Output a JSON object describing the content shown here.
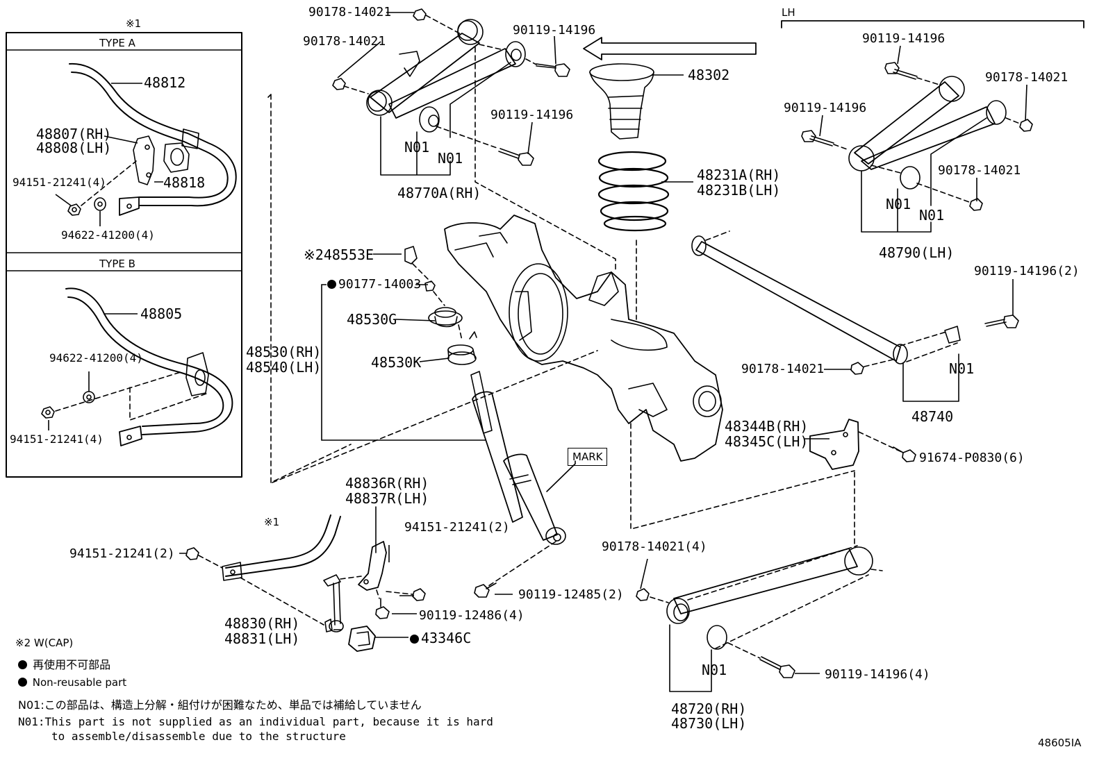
{
  "diagram_code": "48605IA",
  "direction_tag": "LH",
  "notes": {
    "symbol1": "※1",
    "symbol2_prefix": "※2",
    "w_cap": "W(CAP)",
    "mark": "MARK",
    "type_a": "TYPE A",
    "type_b": "TYPE B"
  },
  "legend": {
    "non_reusable_jp": "再使用不可部品",
    "non_reusable_en": "Non-reusable part",
    "n01_jp": "N01:この部品は、構造上分解・組付けが困難なため、単品では補給していません",
    "n01_en_line1": "N01:This part is not supplied as an individual part, because it is hard",
    "n01_en_line2": "to assemble/disassemble due to the structure"
  },
  "labels": {
    "upper_arm_nut_a": "90178-14021",
    "upper_arm_nut_b": "90178-14021",
    "upper_arm_bolt_a": "90119-14196",
    "upper_arm_bolt_b": "90119-14196",
    "upper_n01_a": "N01",
    "upper_n01_b": "N01",
    "upper_arm_rh": "48770A(RH)",
    "bumper": "48302",
    "spring_rh": "48231A(RH)",
    "spring_lh": "48231B(LH)",
    "lh_bolt_a": "90119-14196",
    "lh_nut_a": "90178-14021",
    "lh_bolt_b": "90119-14196",
    "lh_nut_b": "90178-14021",
    "lh_n01_a": "N01",
    "lh_n01_b": "N01",
    "upper_arm_lh": "48790(LH)",
    "lateral_bolt": "90119-14196(2)",
    "lateral_nut": "90178-14021",
    "lateral_n01": "N01",
    "lateral_rod": "48740",
    "bracket_rh": "48344B(RH)",
    "bracket_lh": "48345C(LH)",
    "bracket_bolt": "91674-P0830(6)",
    "stab_bar_a": "48812",
    "stab_bracket_rh": "48807(RH)",
    "stab_bracket_lh": "48808(LH)",
    "stab_bush_a": "48818",
    "stab_nut_a": "94151-21241(4)",
    "stab_washer_a": "94622-41200(4)",
    "stab_bar_b": "48805",
    "stab_washer_b": "94622-41200(4)",
    "stab_nut_b": "94151-21241(4)",
    "cap": "48553E",
    "shock_nut": "90177-14003",
    "shock_cushion_g": "48530G",
    "shock_cushion_k": "48530K",
    "shock_rh": "48530(RH)",
    "shock_lh": "48540(LH)",
    "link_bracket_rh": "48836R(RH)",
    "link_bracket_lh": "48837R(LH)",
    "link_nut_a": "94151-21241(2)",
    "link_nut_b": "94151-21241(2)",
    "shock_lower_bolt": "90119-12485(2)",
    "link_bolt": "90119-12486(4)",
    "link_rh": "48830(RH)",
    "link_lh": "48831(LH)",
    "stopper": "43346C",
    "lower_nut": "90178-14021(4)",
    "lower_bolt": "90119-14196(4)",
    "lower_n01": "N01",
    "lower_arm_rh": "48720(RH)",
    "lower_arm_lh": "48730(LH)"
  }
}
